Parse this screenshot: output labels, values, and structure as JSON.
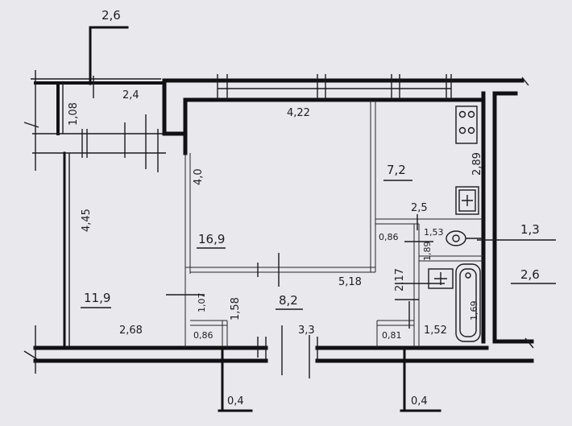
{
  "plan": {
    "rooms": [
      {
        "id": "room-large",
        "area": "16,9"
      },
      {
        "id": "room-left",
        "area": "11,9"
      },
      {
        "id": "kitchen",
        "area": "7,2"
      },
      {
        "id": "hall",
        "area": "8,2"
      },
      {
        "id": "toilet",
        "area": "1,3"
      },
      {
        "id": "bathroom",
        "area": "2,6"
      }
    ],
    "dimensions": {
      "balcony_area": "2,6",
      "balcony_depth": "1,08",
      "balcony_length": "2,4",
      "top_width": "4,22",
      "large_room_depth": "4,0",
      "left_room_depth": "4,45",
      "kitchen_length": "2,89",
      "kitchen_width": "2,5",
      "toilet_width": "0,86",
      "toilet_length": "1,53",
      "bath_depth_1": "1,89",
      "hall_length": "5,18",
      "hall_depth": "2,17",
      "bath_depth_2": "1,69",
      "hall_small_1": "1,07",
      "hall_small_2": "1,58",
      "left_room_width": "2,68",
      "closet_1": "0,86",
      "hall_width": "3,3",
      "closet_2": "0,81",
      "closet_3": "1,52",
      "wall_thick_1": "0,4",
      "wall_thick_2": "0,4"
    }
  }
}
